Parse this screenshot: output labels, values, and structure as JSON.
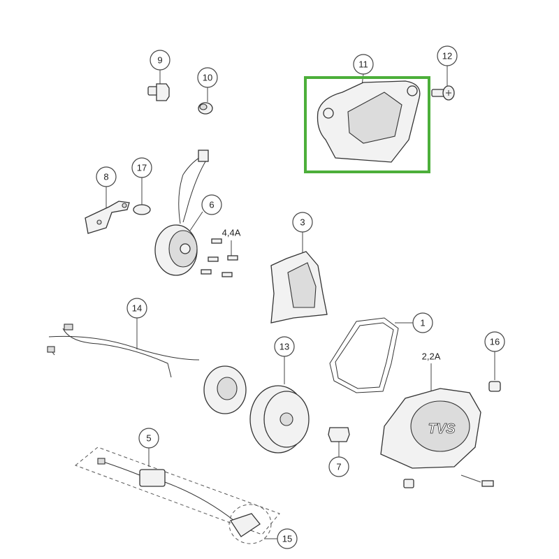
{
  "diagram": {
    "title": "Exploded parts diagram - magneto / crankcase cover assembly",
    "callouts": {
      "c1": "1",
      "c2": "2,2A",
      "c3": "3",
      "c4": "4,4A",
      "c5": "5",
      "c6": "6",
      "c7": "7",
      "c8": "8",
      "c9": "9",
      "c10": "10",
      "c11": "11",
      "c12": "12",
      "c13": "13",
      "c14": "14",
      "c15": "15",
      "c16": "16",
      "c17": "17"
    },
    "cover_logo": "TVS",
    "highlight": {
      "part": "11",
      "color": "#4caf3a"
    }
  }
}
